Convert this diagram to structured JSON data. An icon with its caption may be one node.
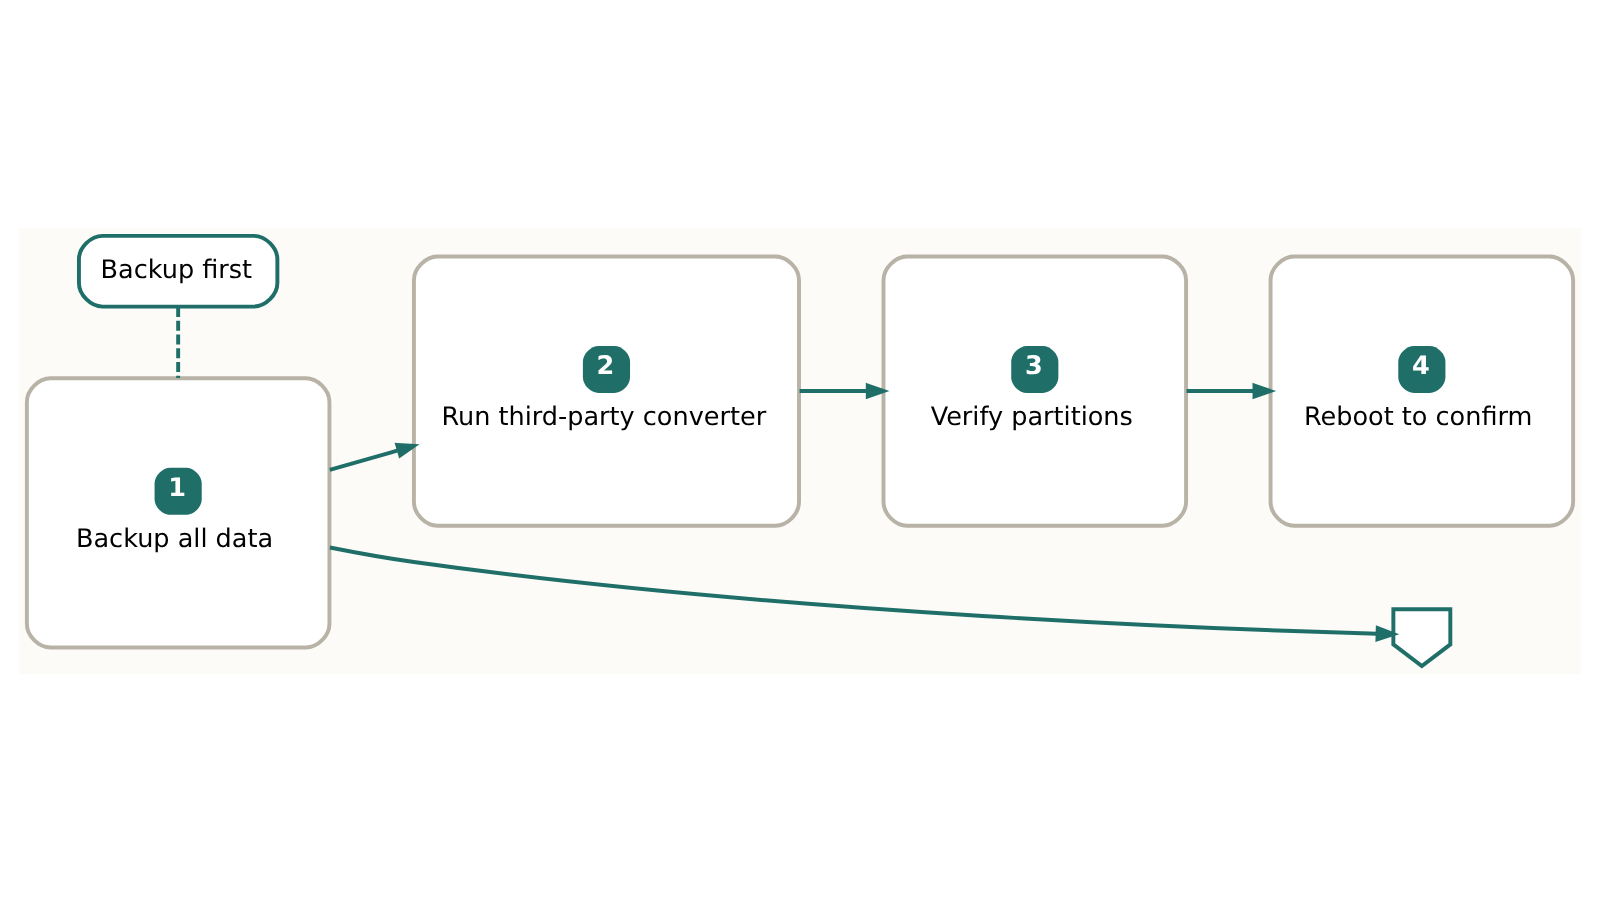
{
  "diagram": {
    "nodes": [
      {
        "text": [
          "Backup first"
        ]
      },
      {
        "text": [
          "1",
          "Backup all data"
        ]
      },
      {
        "text": [
          "2",
          "Run third-party converter"
        ]
      },
      {
        "text": [
          "3",
          "Verify partitions"
        ]
      },
      {
        "text": [
          "4",
          "Reboot to confirm"
        ]
      },
      {
        "text": [],
        "shape": "shield"
      }
    ],
    "edges": [
      {
        "from": 0,
        "to": 1,
        "arrow": "none",
        "style": "dashed"
      },
      {
        "from": 1,
        "to": 2,
        "arrow": "to"
      },
      {
        "from": 2,
        "to": 3,
        "arrow": "to"
      },
      {
        "from": 3,
        "to": 4,
        "arrow": "to"
      },
      {
        "from": 1,
        "to": 5,
        "arrow": "to"
      }
    ]
  }
}
